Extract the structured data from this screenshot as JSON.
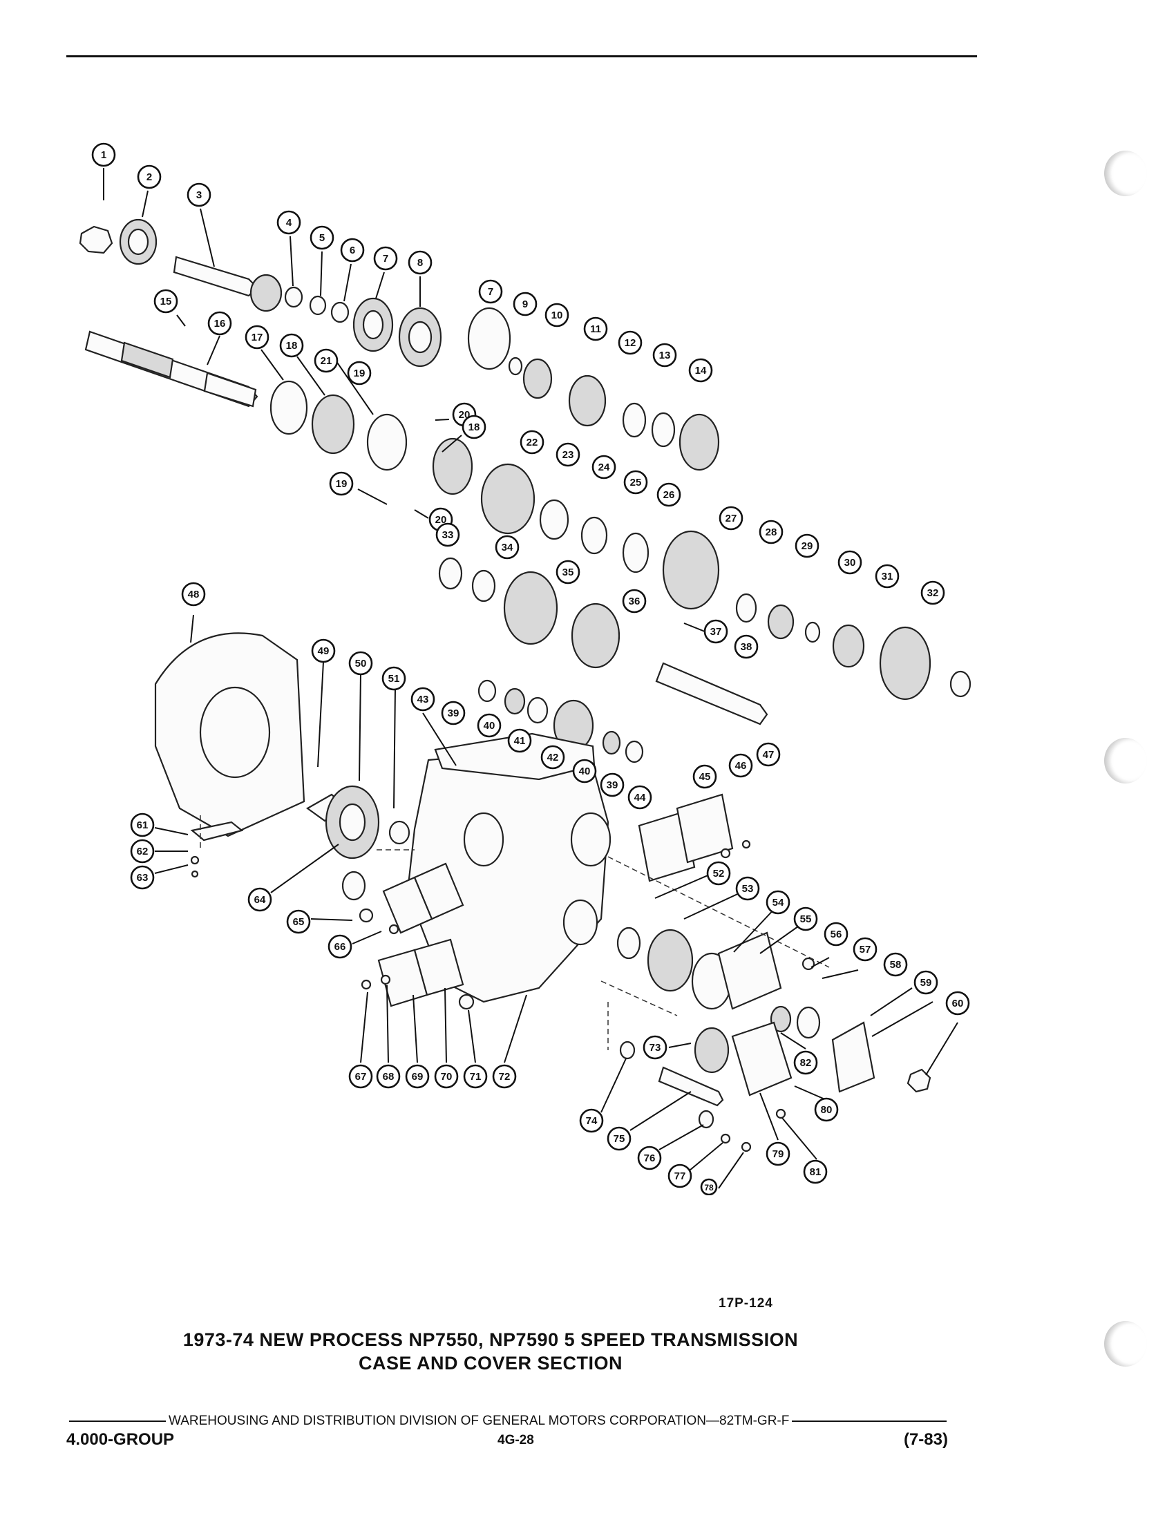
{
  "figure": {
    "code": "17P-124",
    "title_line1": "1973-74 NEW PROCESS NP7550, NP7590 5 SPEED TRANSMISSION",
    "title_line2": "CASE AND COVER SECTION"
  },
  "callouts": [
    "1",
    "2",
    "3",
    "4",
    "5",
    "6",
    "7",
    "8",
    "7",
    "9",
    "10",
    "11",
    "12",
    "13",
    "14",
    "15",
    "16",
    "17",
    "18",
    "21",
    "19",
    "20",
    "18",
    "19",
    "20",
    "22",
    "23",
    "24",
    "25",
    "26",
    "27",
    "28",
    "29",
    "30",
    "31",
    "32",
    "33",
    "34",
    "35",
    "36",
    "37",
    "38",
    "48",
    "49",
    "50",
    "51",
    "43",
    "39",
    "40",
    "41",
    "42",
    "40",
    "39",
    "44",
    "45",
    "46",
    "47",
    "61",
    "62",
    "63",
    "64",
    "65",
    "66",
    "52",
    "53",
    "54",
    "55",
    "56",
    "57",
    "58",
    "59",
    "60",
    "67",
    "68",
    "69",
    "70",
    "71",
    "72",
    "73",
    "82",
    "80",
    "74",
    "75",
    "76",
    "77",
    "78",
    "79",
    "81"
  ],
  "footer": {
    "division": "WAREHOUSING AND DISTRIBUTION  DIVISION OF GENERAL MOTORS CORPORATION—82TM-GR-F",
    "group": "4.000-GROUP",
    "page": "4G-28",
    "date": "(7-83)"
  }
}
